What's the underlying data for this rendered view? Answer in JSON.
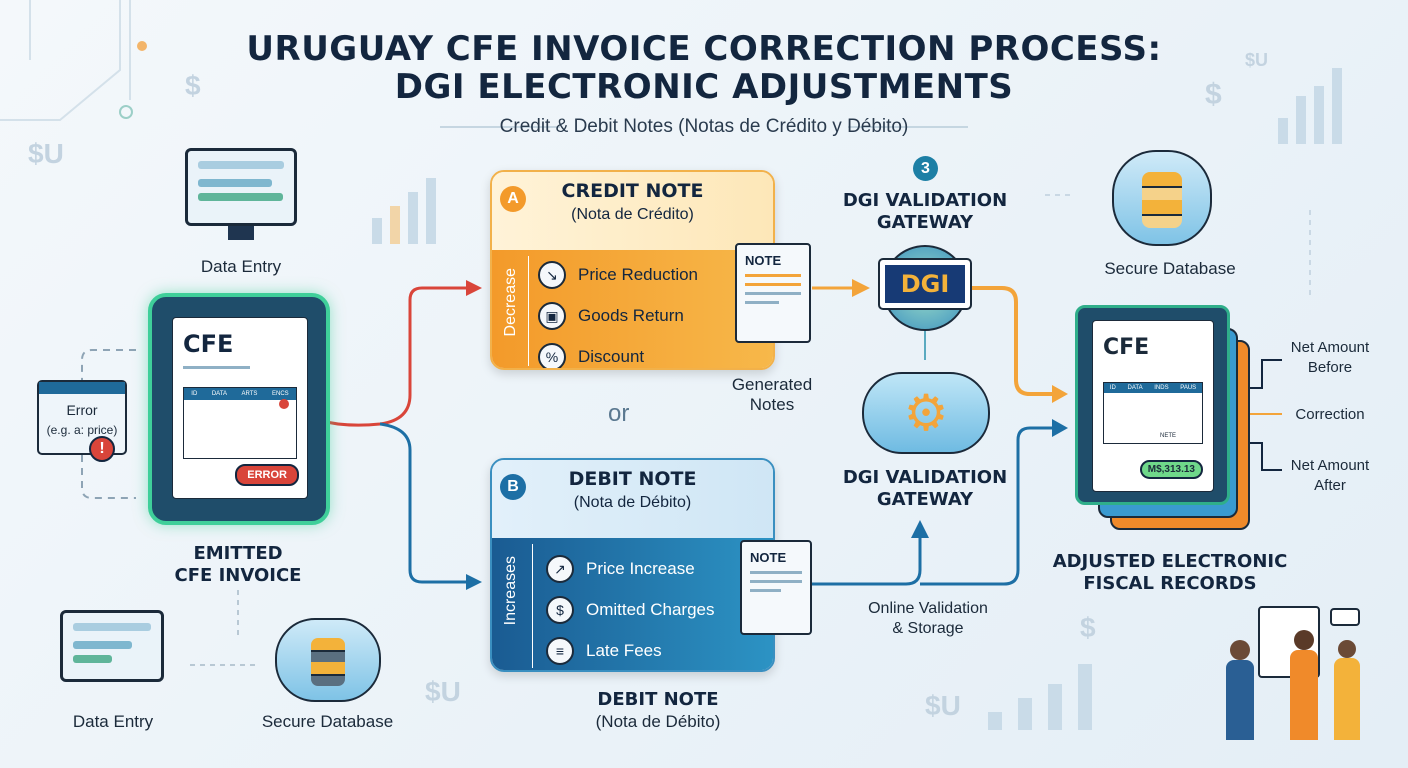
{
  "title": {
    "line1": "URUGUAY CFE INVOICE CORRECTION PROCESS:",
    "line2": "DGI ELECTRONIC ADJUSTMENTS",
    "subtitle": "Credit & Debit Notes (Notas de Crédito y Débito)"
  },
  "left": {
    "data_entry_top": "Data Entry",
    "cfe_doc": {
      "title": "CFE",
      "cols": [
        "ID",
        "DATA",
        "ARTS",
        "ENCS"
      ],
      "error_button": "ERROR"
    },
    "error_popup": {
      "line1": "Error",
      "line2": "(e.g. a: price)"
    },
    "emitted": {
      "line1": "EMITTED",
      "line2": "CFE INVOICE"
    },
    "data_entry_bottom": "Data Entry",
    "secure_db_bottom": "Secure Database"
  },
  "credit": {
    "badge": "A",
    "title": "CREDIT NOTE",
    "subtitle": "(Nota de Crédito)",
    "side": "Decrease",
    "items": [
      {
        "icon": "trend-down-icon",
        "label": "Price Reduction"
      },
      {
        "icon": "box-return-icon",
        "label": "Goods Return"
      },
      {
        "icon": "percent-icon",
        "label": "Discount"
      }
    ],
    "color": "#f39a2a"
  },
  "or": "or",
  "debit": {
    "badge": "B",
    "title": "DEBIT NOTE",
    "subtitle": "(Nota de Débito)",
    "side": "Increases",
    "items": [
      {
        "icon": "trend-up-icon",
        "label": "Price Increase"
      },
      {
        "icon": "coin-icon",
        "label": "Omitted Charges"
      },
      {
        "icon": "invoice-clock-icon",
        "label": "Late Fees"
      }
    ],
    "bottom_title": "DEBIT NOTE",
    "bottom_sub": "(Nota de Débito)",
    "color": "#1d6fa5"
  },
  "notes": {
    "label": "NOTE",
    "generated": {
      "line1": "Generated",
      "line2": "Notes"
    }
  },
  "gateway": {
    "step": "3",
    "title1": "DGI VALIDATION",
    "title2": "GATEWAY",
    "logo": "DGI",
    "title3": "DGI VALIDATION",
    "title4": "GATEWAY",
    "online1": "Online Validation",
    "online2": "& Storage"
  },
  "right": {
    "secure_db": "Secure Database",
    "cfe_title": "CFE",
    "cols": [
      "ID",
      "DATA",
      "INDS",
      "PAUS"
    ],
    "total_label": "NETE",
    "amount": "M$,313.13",
    "net_before1": "Net Amount",
    "net_before2": "Before",
    "correction": "Correction",
    "net_after1": "Net Amount",
    "net_after2": "After",
    "adjusted1": "ADJUSTED ELECTRONIC",
    "adjusted2": "FISCAL RECORDS"
  },
  "decor": {
    "currency": "$U",
    "dollar": "$"
  }
}
